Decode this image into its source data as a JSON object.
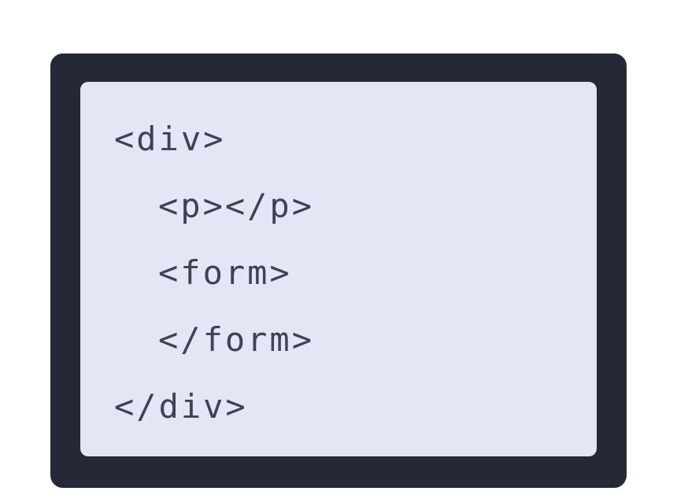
{
  "page": {
    "background_color": "#ffffff"
  },
  "code_card": {
    "colors": {
      "card_background": "#252837",
      "card_border": "#fbfbfd",
      "panel_background": "#e4e6f6",
      "code_text": "#3e4256"
    },
    "lines": [
      {
        "text": "<div>",
        "indent": 0
      },
      {
        "text": "<p></p>",
        "indent": 1
      },
      {
        "text": "<form>",
        "indent": 1
      },
      {
        "text": "</form>",
        "indent": 1
      },
      {
        "text": "</div>",
        "indent": 0
      }
    ]
  }
}
